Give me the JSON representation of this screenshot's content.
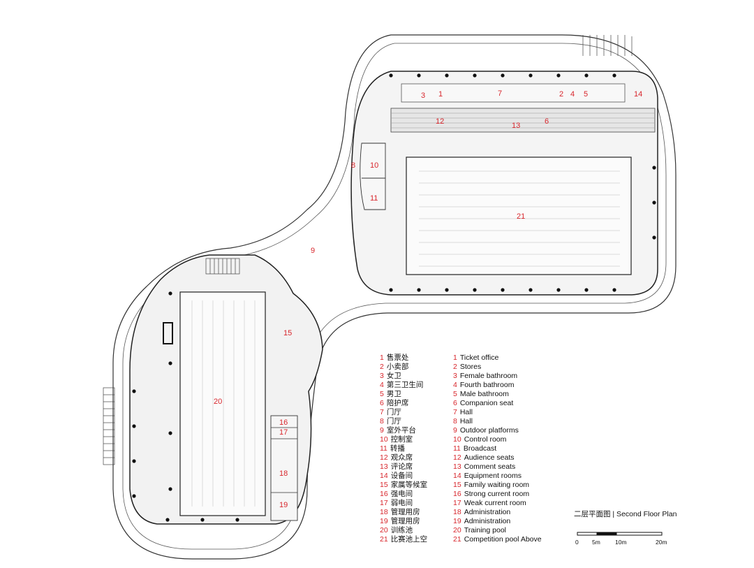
{
  "plan": {
    "site_label": "9",
    "room_numbers_north": [
      "1",
      "2",
      "3",
      "4",
      "5",
      "6",
      "7",
      "8",
      "10",
      "11",
      "12",
      "13",
      "14",
      "21"
    ],
    "room_numbers_south": [
      "15",
      "16",
      "17",
      "18",
      "19",
      "20"
    ]
  },
  "legend_cn": [
    {
      "n": "1",
      "t": "售票处"
    },
    {
      "n": "2",
      "t": "小卖部"
    },
    {
      "n": "3",
      "t": "女卫"
    },
    {
      "n": "4",
      "t": "第三卫生间"
    },
    {
      "n": "5",
      "t": "男卫"
    },
    {
      "n": "6",
      "t": "陪护席"
    },
    {
      "n": "7",
      "t": "门厅"
    },
    {
      "n": "8",
      "t": "门厅"
    },
    {
      "n": "9",
      "t": "室外平台"
    },
    {
      "n": "10",
      "t": "控制室"
    },
    {
      "n": "11",
      "t": "转播"
    },
    {
      "n": "12",
      "t": "观众席"
    },
    {
      "n": "13",
      "t": "评论席"
    },
    {
      "n": "14",
      "t": "设备间"
    },
    {
      "n": "15",
      "t": "家属等候室"
    },
    {
      "n": "16",
      "t": "强电间"
    },
    {
      "n": "17",
      "t": "弱电间"
    },
    {
      "n": "18",
      "t": "管理用房"
    },
    {
      "n": "19",
      "t": "管理用房"
    },
    {
      "n": "20",
      "t": "训练池"
    },
    {
      "n": "21",
      "t": "比赛池上空"
    }
  ],
  "legend_en": [
    {
      "n": "1",
      "t": "Ticket office"
    },
    {
      "n": "2",
      "t": "Stores"
    },
    {
      "n": "3",
      "t": "Female bathroom"
    },
    {
      "n": "4",
      "t": "Fourth bathroom"
    },
    {
      "n": "5",
      "t": "Male bathroom"
    },
    {
      "n": "6",
      "t": "Companion seat"
    },
    {
      "n": "7",
      "t": "Hall"
    },
    {
      "n": "8",
      "t": "Hall"
    },
    {
      "n": "9",
      "t": "Outdoor platforms"
    },
    {
      "n": "10",
      "t": "Control room"
    },
    {
      "n": "11",
      "t": "Broadcast"
    },
    {
      "n": "12",
      "t": "Audience seats"
    },
    {
      "n": "13",
      "t": "Comment seats"
    },
    {
      "n": "14",
      "t": "Equipment rooms"
    },
    {
      "n": "15",
      "t": "Family waiting room"
    },
    {
      "n": "16",
      "t": "Strong current room"
    },
    {
      "n": "17",
      "t": "Weak current room"
    },
    {
      "n": "18",
      "t": "Administration"
    },
    {
      "n": "19",
      "t": "Administration"
    },
    {
      "n": "20",
      "t": "Training pool"
    },
    {
      "n": "21",
      "t": "Competition pool Above"
    }
  ],
  "caption": "二层平面图 | Second Floor Plan",
  "scale": {
    "labels": [
      "0",
      "5m",
      "10m",
      "20m"
    ]
  },
  "colors": {
    "accent_red": "#d8262c",
    "line": "#222222",
    "fill_gray": "#efefef"
  }
}
